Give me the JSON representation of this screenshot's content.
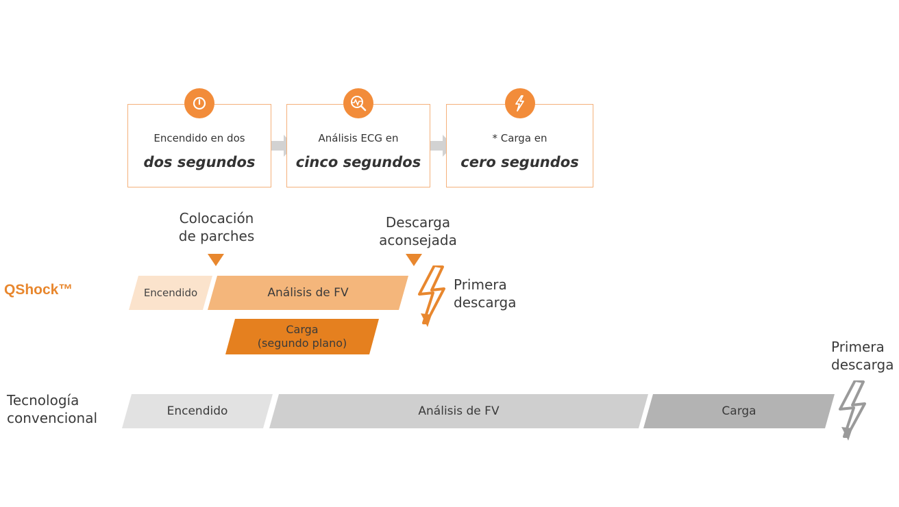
{
  "steps": [
    {
      "small": "Encendido en dos",
      "big": "dos segundos",
      "icon": "power-icon"
    },
    {
      "small": "Análisis ECG en",
      "big": "cinco segundos",
      "icon": "ecg-analysis-icon"
    },
    {
      "small": "* Carga en",
      "big": "cero segundos",
      "icon": "lightning-icon"
    }
  ],
  "markers": {
    "pads": {
      "line1": "Colocación",
      "line2": "de parches"
    },
    "shock_advised": {
      "line1": "Descarga",
      "line2": "aconsejada"
    }
  },
  "qshock": {
    "name": "QShock™",
    "bars": {
      "power_on": "Encendido",
      "vf_analysis": "Análisis de FV",
      "charge_line1": "Carga",
      "charge_line2": "(segundo plano)"
    },
    "first_shock": {
      "line1": "Primera",
      "line2": "descarga"
    }
  },
  "conventional": {
    "name_line1": "Tecnología",
    "name_line2": "convencional",
    "bars": {
      "power_on": "Encendido",
      "vf_analysis": "Análisis de FV",
      "charge": "Carga"
    },
    "first_shock": {
      "line1": "Primera",
      "line2": "descarga"
    }
  },
  "colors": {
    "accent": "#f28c3a",
    "box_border": "#f4b07a",
    "qshock_power": "#fbe3cc",
    "qshock_analysis": "#f4b67b",
    "qshock_charge": "#e5801f",
    "conv_power": "#e2e2e2",
    "conv_analysis": "#cfcfcf",
    "conv_charge": "#b3b3b3",
    "arrow_grey": "#d2d2d2"
  }
}
